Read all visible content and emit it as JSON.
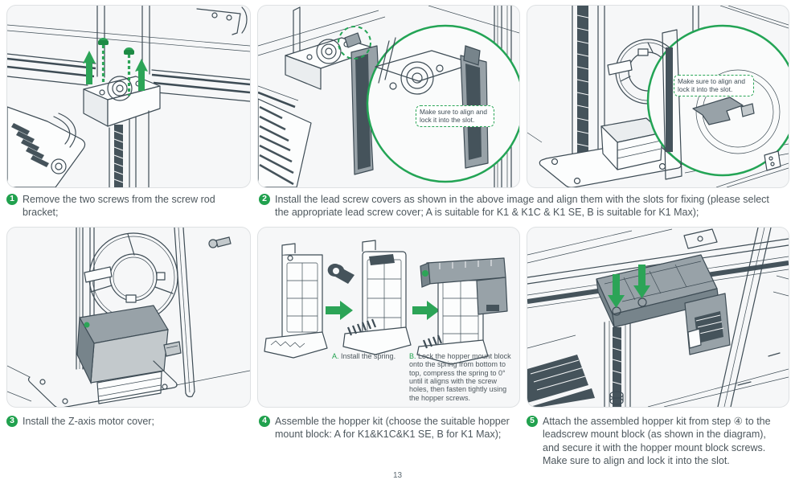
{
  "page": {
    "number": "13"
  },
  "colors": {
    "accent_green": "#23A455",
    "badge_green": "#21A14E",
    "line_art": "#3E4C55",
    "panel_background": "#F6F7F8",
    "callout_border": "#2AA657",
    "text": "#4D575D"
  },
  "icons": {
    "step-badge": "green circle with white number",
    "screw-icon": "green screw head with dashed thread line",
    "arrow-up-icon": "green upward arrow",
    "arrow-right-icon": "green rightward arrow",
    "arrow-down-icon": "green downward arrow",
    "magnifier-circle-icon": "green zoom circle",
    "highlight-dashed-circle-icon": "green dashed circle",
    "spring-icon": "black spring clip"
  },
  "steps": [
    {
      "number": "1",
      "text": "Remove the two screws from the screw rod bracket;"
    },
    {
      "number": "2",
      "text": "Install the lead screw covers as shown in the above image and align them with the slots for fixing (please select the appropriate lead screw cover; A is suitable for K1 & K1C & K1 SE, B is suitable for K1 Max);"
    },
    {
      "number": "3",
      "text": "Install the Z-axis motor cover;"
    },
    {
      "number": "4",
      "text": "Assemble the hopper kit (choose the suitable hopper mount block: A for K1&K1C&K1 SE, B for K1 Max);"
    },
    {
      "number": "5",
      "text": "Attach the assembled hopper kit from step ④ to the leadscrew mount block (as shown in the diagram), and secure it with the hopper mount block screws. Make sure to align and lock it into the slot."
    }
  ],
  "callouts": {
    "align_and_lock": "Make sure to align and lock it into the slot."
  },
  "assembly_sub_steps": {
    "a": {
      "label": "A.",
      "text": "Install the spring."
    },
    "b": {
      "label": "B.",
      "text": "Lock the hopper mount block onto the spring from bottom to top, compress the spring to 0° until it aligns with the screw holes, then fasten tightly using the hopper screws."
    }
  }
}
